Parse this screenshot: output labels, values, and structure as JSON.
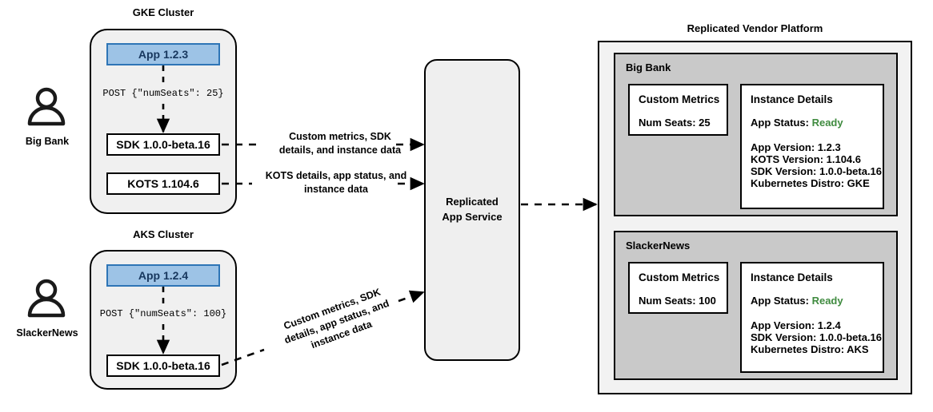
{
  "clusters": [
    {
      "title": "GKE Cluster",
      "actor": "Big Bank",
      "app": "App 1.2.3",
      "post": "POST {\"numSeats\": 25}",
      "sdk": "SDK 1.0.0-beta.16",
      "kots": "KOTS 1.104.6"
    },
    {
      "title": "AKS Cluster",
      "actor": "SlackerNews",
      "app": "App 1.2.4",
      "post": "POST {\"numSeats\": 100}",
      "sdk": "SDK 1.0.0-beta.16"
    }
  ],
  "service": {
    "line1": "Replicated",
    "line2": "App Service"
  },
  "edges": {
    "sdk_label_line1": "Custom metrics, SDK",
    "sdk_label_line2": "details, and instance data",
    "kots_label_line1": "KOTS details, app status, and",
    "kots_label_line2": "instance data",
    "aks_label_line1": "Custom metrics, SDK",
    "aks_label_line2": "details, app status, and",
    "aks_label_line3": "instance data"
  },
  "platform": {
    "title": "Replicated Vendor Platform",
    "tenants": [
      {
        "name": "Big Bank",
        "metrics": {
          "title": "Custom Metrics",
          "line": "Num Seats: 25"
        },
        "details": {
          "title": "Instance Details",
          "status_label": "App Status:",
          "status_value": "Ready",
          "lines": [
            "App Version: 1.2.3",
            "KOTS Version: 1.104.6",
            "SDK Version: 1.0.0-beta.16",
            "Kubernetes Distro: GKE"
          ]
        }
      },
      {
        "name": "SlackerNews",
        "metrics": {
          "title": "Custom Metrics",
          "line": "Num Seats: 100"
        },
        "details": {
          "title": "Instance Details",
          "status_label": "App Status:",
          "status_value": "Ready",
          "lines": [
            "App Version: 1.2.4",
            "SDK Version: 1.0.0-beta.16",
            "Kubernetes Distro: AKS"
          ]
        }
      }
    ]
  },
  "colors": {
    "app_fill": "#9dc3e6",
    "app_border": "#2e75b6",
    "tenant_fill": "#c9c9c9",
    "platform_fill": "#f2f2f2",
    "cluster_fill": "#f0f0f0",
    "status_ready": "#3f8b3f"
  }
}
